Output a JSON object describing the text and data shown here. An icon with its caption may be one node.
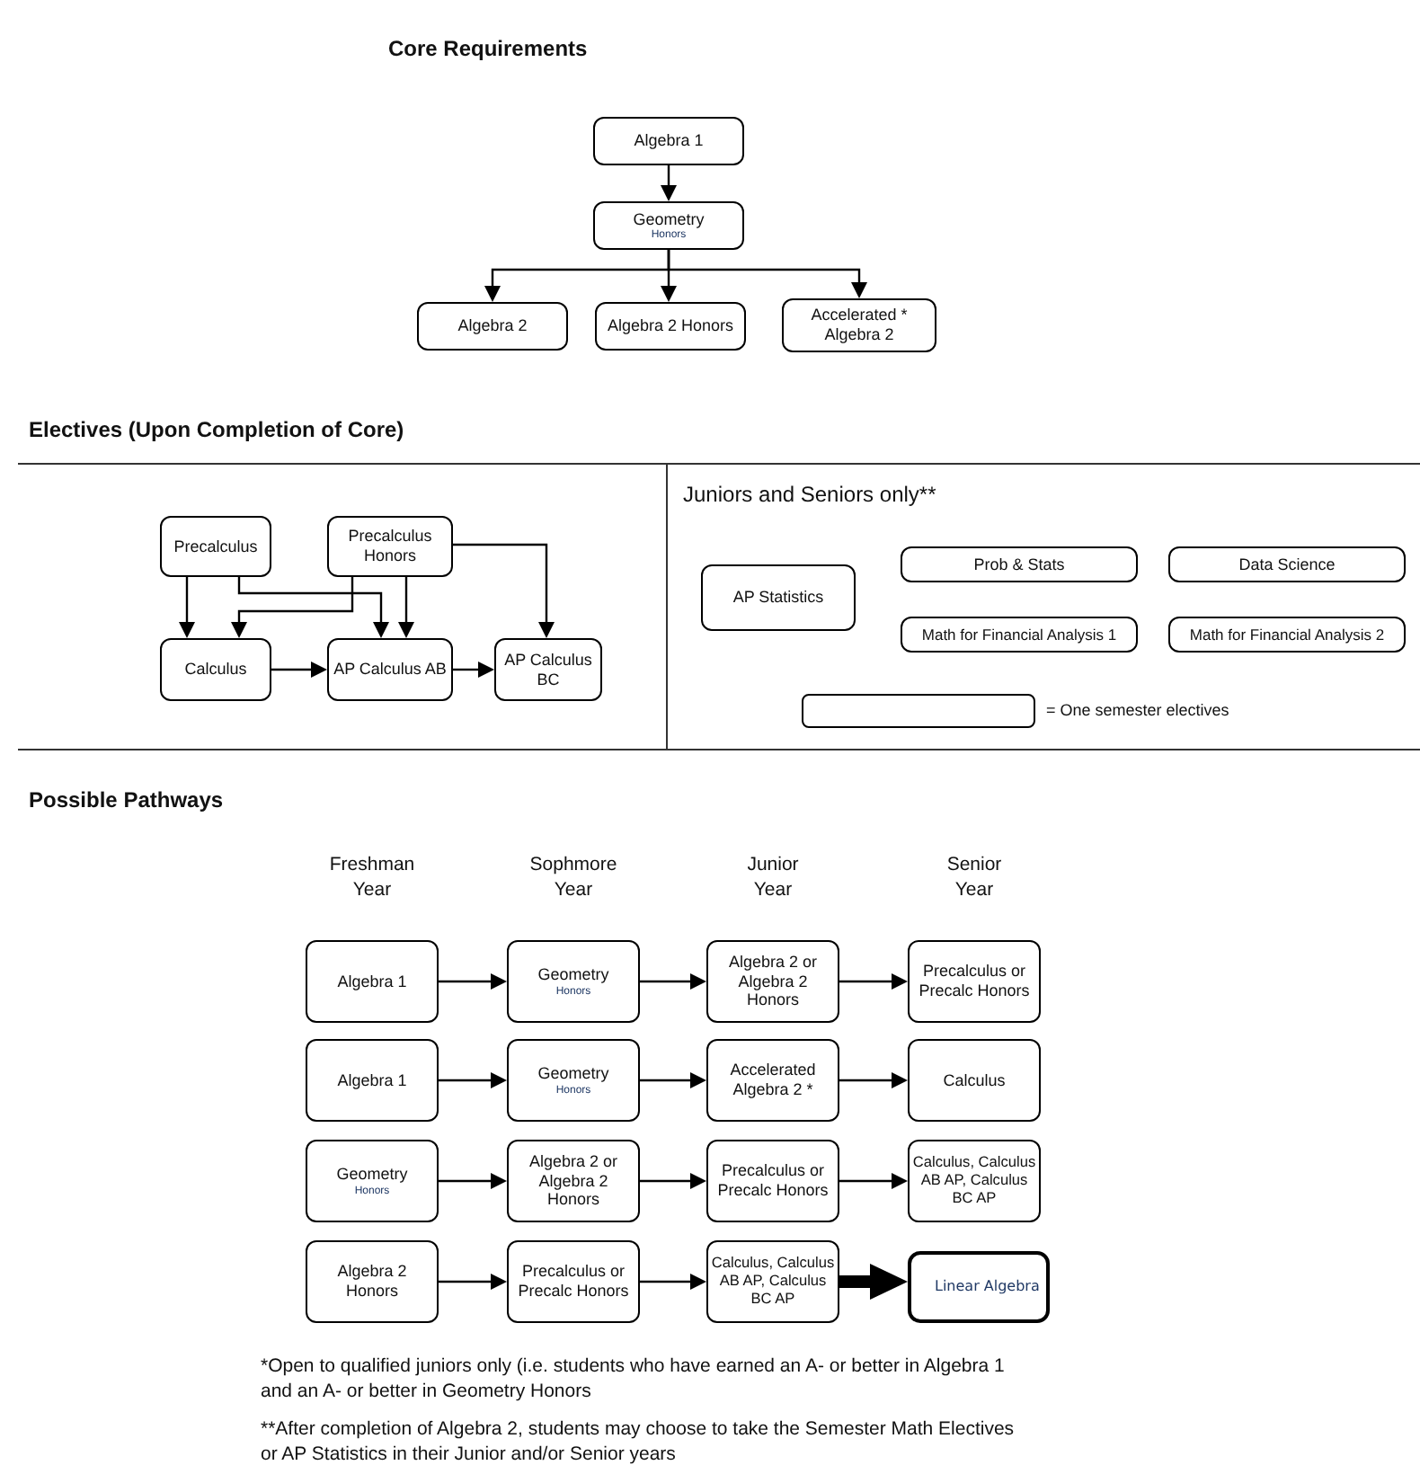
{
  "diagram": {
    "nodes": [
      {
        "text": [
          "Algebra 1"
        ]
      },
      {
        "text": [
          "Geometry",
          "Honors"
        ]
      },
      {
        "text": [
          "Algebra 2"
        ]
      },
      {
        "text": [
          "Algebra 2 Honors"
        ]
      },
      {
        "text": [
          "Accelerated * Algebra 2"
        ]
      },
      {
        "text": [
          "Precalculus"
        ]
      },
      {
        "text": [
          "Precalculus Honors"
        ]
      },
      {
        "text": [
          "Calculus"
        ]
      },
      {
        "text": [
          "AP Calculus AB"
        ]
      },
      {
        "text": [
          "AP Calculus BC"
        ]
      },
      {
        "text": [
          "AP Statistics"
        ]
      },
      {
        "text": [
          "Prob & Stats"
        ]
      },
      {
        "text": [
          "Data Science"
        ]
      },
      {
        "text": [
          "Math for Financial Analysis 1"
        ]
      },
      {
        "text": [
          "Math for Financial Analysis 2"
        ]
      },
      {
        "text": [
          "Algebra 1"
        ]
      },
      {
        "text": [
          "Geometry",
          "Honors"
        ]
      },
      {
        "text": [
          "Algebra 2 or Algebra 2 Honors"
        ]
      },
      {
        "text": [
          "Precalculus or Precalc Honors"
        ]
      },
      {
        "text": [
          "Algebra 1"
        ]
      },
      {
        "text": [
          "Geometry",
          "Honors"
        ]
      },
      {
        "text": [
          "Accelerated Algebra 2 *"
        ]
      },
      {
        "text": [
          "Calculus"
        ]
      },
      {
        "text": [
          "Geometry",
          "Honors"
        ]
      },
      {
        "text": [
          "Algebra 2 or Algebra 2 Honors"
        ]
      },
      {
        "text": [
          "Precalculus or Precalc Honors"
        ]
      },
      {
        "text": [
          "Calculus, Calculus AB AP, Calculus BC AP"
        ]
      },
      {
        "text": [
          "Algebra 2 Honors"
        ]
      },
      {
        "text": [
          "Precalculus or Precalc Honors"
        ]
      },
      {
        "text": [
          "Calculus, Calculus AB AP, Calculus BC AP"
        ]
      },
      {
        "text": [
          "Linear Algebra"
        ]
      }
    ],
    "edges": [
      {
        "from": 0,
        "to": 1,
        "arrow": "to"
      },
      {
        "from": 1,
        "to": 2,
        "arrow": "to"
      },
      {
        "from": 1,
        "to": 3,
        "arrow": "to"
      },
      {
        "from": 1,
        "to": 4,
        "arrow": "to"
      },
      {
        "from": 5,
        "to": 7,
        "arrow": "to"
      },
      {
        "from": 5,
        "to": 8,
        "arrow": "to"
      },
      {
        "from": 6,
        "to": 7,
        "arrow": "to"
      },
      {
        "from": 6,
        "to": 8,
        "arrow": "to"
      },
      {
        "from": 6,
        "to": 9,
        "arrow": "to"
      },
      {
        "from": 7,
        "to": 8,
        "arrow": "to"
      },
      {
        "from": 8,
        "to": 9,
        "arrow": "to"
      },
      {
        "from": 15,
        "to": 16,
        "arrow": "to"
      },
      {
        "from": 16,
        "to": 17,
        "arrow": "to"
      },
      {
        "from": 17,
        "to": 18,
        "arrow": "to"
      },
      {
        "from": 19,
        "to": 20,
        "arrow": "to"
      },
      {
        "from": 20,
        "to": 21,
        "arrow": "to"
      },
      {
        "from": 21,
        "to": 22,
        "arrow": "to"
      },
      {
        "from": 23,
        "to": 24,
        "arrow": "to"
      },
      {
        "from": 24,
        "to": 25,
        "arrow": "to"
      },
      {
        "from": 25,
        "to": 26,
        "arrow": "to"
      },
      {
        "from": 27,
        "to": 28,
        "arrow": "to"
      },
      {
        "from": 28,
        "to": 29,
        "arrow": "to"
      },
      {
        "from": 29,
        "to": 30,
        "arrow": "to",
        "style": "thick"
      }
    ],
    "labels": [
      "Core Requirements",
      "Electives (Upon Completion of Core)",
      "Juniors and Seniors only**",
      "Possible Pathways",
      "Freshman Year",
      "Sophmore Year",
      "Junior Year",
      "Senior Year",
      "*Open to qualified juniors only (i.e. students who have earned an A- or better in Algebra 1 and an A- or better in Geometry Honors",
      "**After completion of Algebra 2, students may choose to take the Semester Math Electives or AP Statistics in their Junior and/or Senior years"
    ],
    "legend": [
      {
        "text": "= One semester electives"
      }
    ]
  }
}
